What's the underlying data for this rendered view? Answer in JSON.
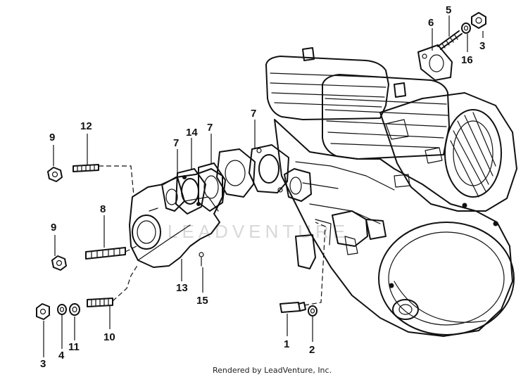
{
  "diagram": {
    "callouts": {
      "c1": "1",
      "c2": "2",
      "c3a": "3",
      "c3b": "3",
      "c4": "4",
      "c5": "5",
      "c6": "6",
      "c7a": "7",
      "c7b": "7",
      "c7c": "7",
      "c8": "8",
      "c9a": "9",
      "c9b": "9",
      "c10": "10",
      "c11": "11",
      "c12": "12",
      "c13": "13",
      "c14": "14",
      "c15": "15",
      "c16": "16"
    },
    "watermark": "LEADVENTURE",
    "credit": "Rendered by LeadVenture, Inc."
  }
}
